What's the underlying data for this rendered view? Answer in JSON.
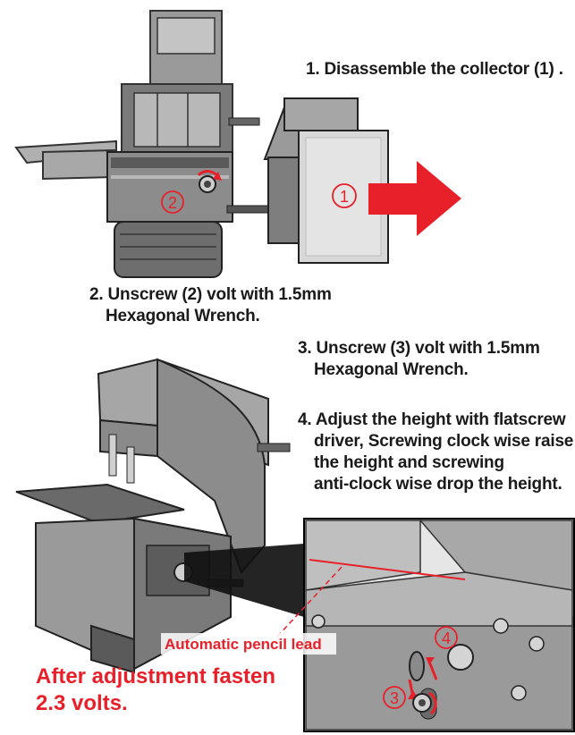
{
  "steps": [
    {
      "line1": "1. Disassemble the collector (1) ."
    },
    {
      "line1": "2. Unscrew (2) volt with 1.5mm",
      "line2": "Hexagonal Wrench."
    },
    {
      "line1": "3. Unscrew (3) volt with 1.5mm",
      "line2": "Hexagonal Wrench."
    },
    {
      "line1": "4. Adjust the height with flatscrew",
      "line2": "driver, Screwing clock wise raise",
      "line3": "the height and screwing",
      "line4": "anti-clock wise drop the height."
    }
  ],
  "callouts": {
    "n1": "1",
    "n2": "2",
    "n3": "3",
    "n4": "4"
  },
  "lead_label": "Automatic pencil lead",
  "final_note": {
    "line1": "After adjustment fasten",
    "line2": "2.3 volts."
  },
  "colors": {
    "accent": "#e8202a",
    "body": "#8c8c8c",
    "dark": "#3a3a3a",
    "light": "#d9d9d9"
  }
}
